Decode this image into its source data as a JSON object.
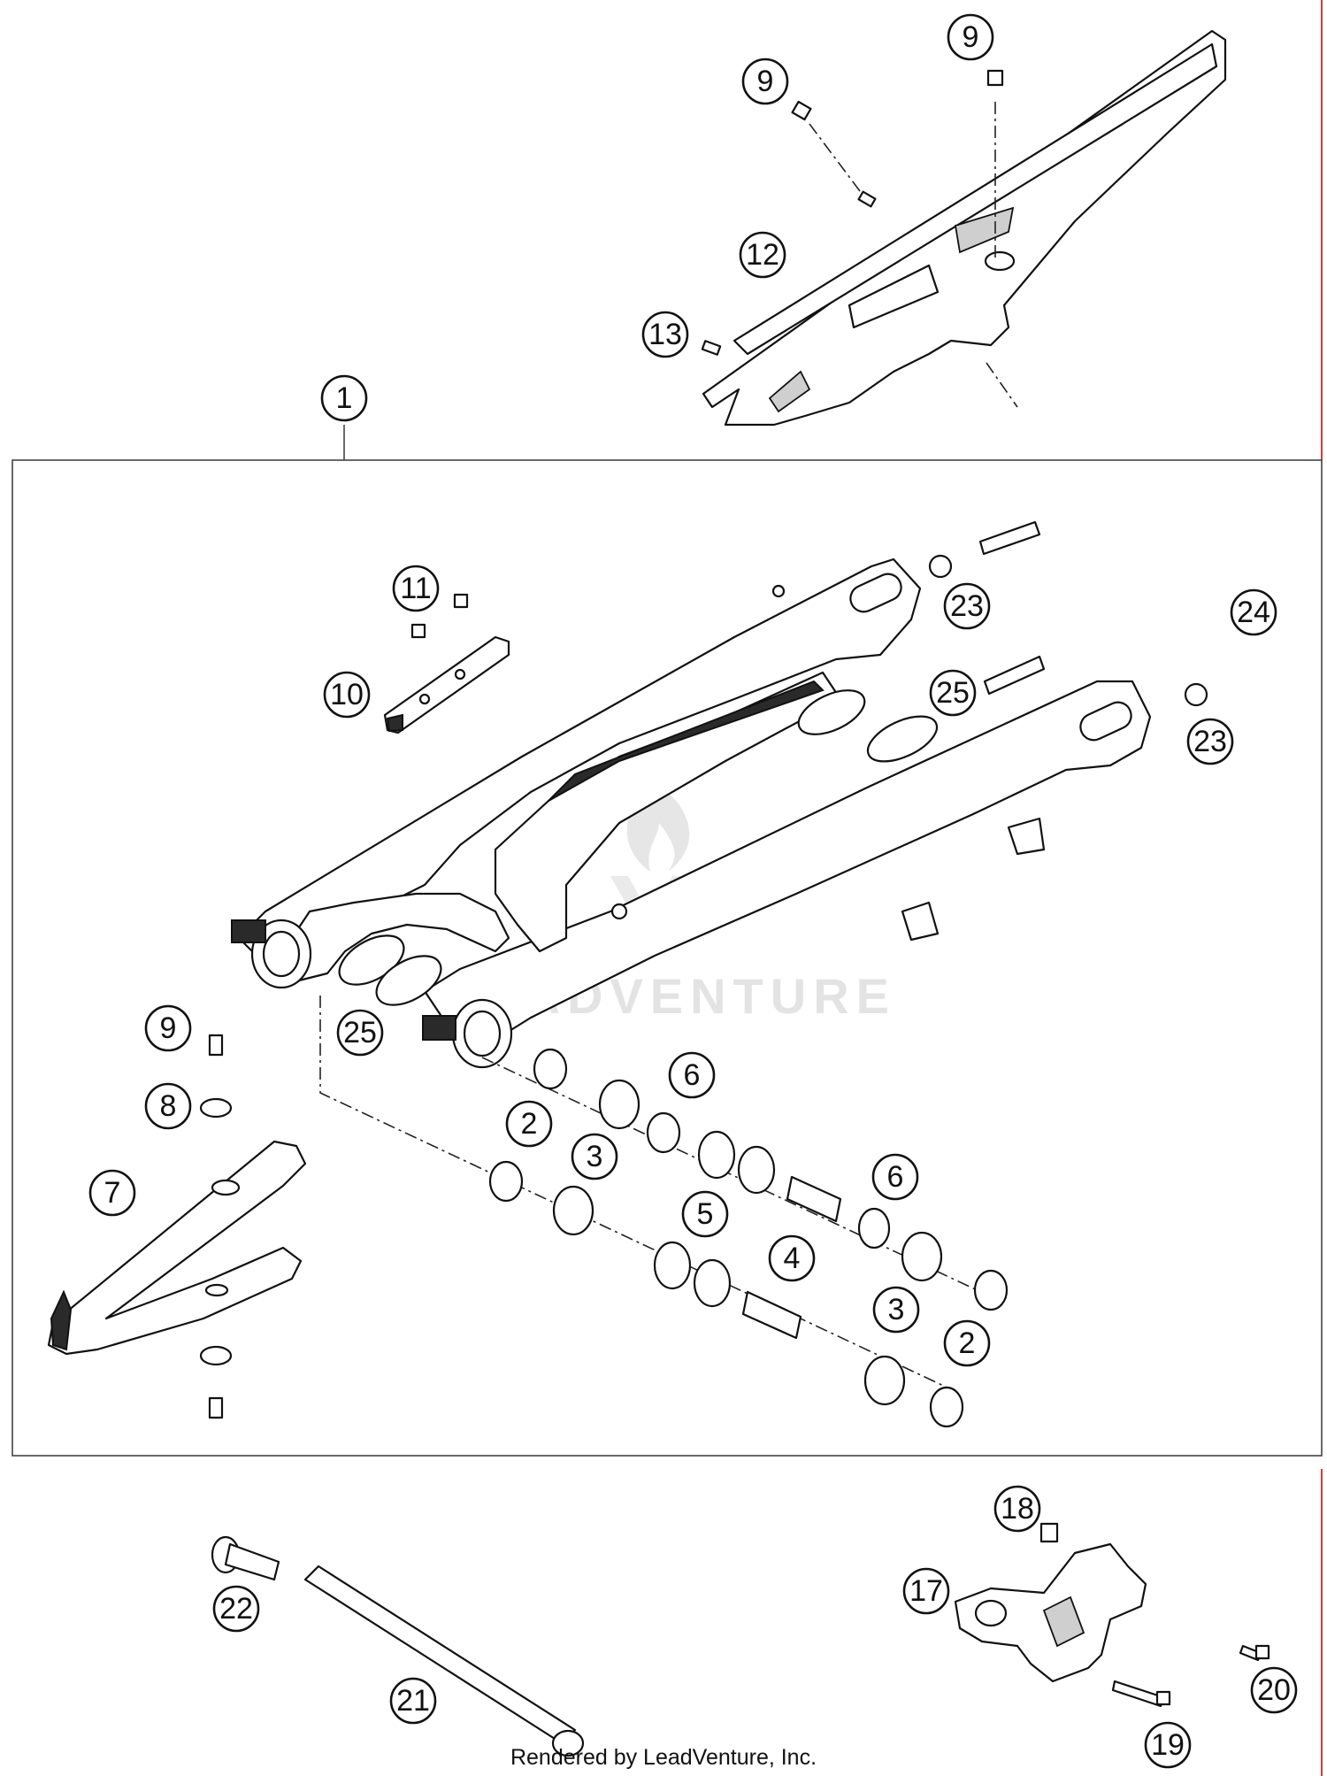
{
  "diagram": {
    "watermark_text": "LEADVENTURE",
    "footer_text": "Rendered by LeadVenture, Inc.",
    "callouts": [
      {
        "id": "c1",
        "label": "1"
      },
      {
        "id": "c9a",
        "label": "9"
      },
      {
        "id": "c9b",
        "label": "9"
      },
      {
        "id": "c12",
        "label": "12"
      },
      {
        "id": "c13",
        "label": "13"
      },
      {
        "id": "c11",
        "label": "11"
      },
      {
        "id": "c10",
        "label": "10"
      },
      {
        "id": "c23a",
        "label": "23"
      },
      {
        "id": "c24",
        "label": "24"
      },
      {
        "id": "c25a",
        "label": "25"
      },
      {
        "id": "c23b",
        "label": "23"
      },
      {
        "id": "c25b",
        "label": "25"
      },
      {
        "id": "c9c",
        "label": "9"
      },
      {
        "id": "c8",
        "label": "8"
      },
      {
        "id": "c7",
        "label": "7"
      },
      {
        "id": "c6a",
        "label": "6"
      },
      {
        "id": "c2a",
        "label": "2"
      },
      {
        "id": "c3a",
        "label": "3"
      },
      {
        "id": "c5",
        "label": "5"
      },
      {
        "id": "c6b",
        "label": "6"
      },
      {
        "id": "c4",
        "label": "4"
      },
      {
        "id": "c3b",
        "label": "3"
      },
      {
        "id": "c2b",
        "label": "2"
      },
      {
        "id": "c18",
        "label": "18"
      },
      {
        "id": "c17",
        "label": "17"
      },
      {
        "id": "c22",
        "label": "22"
      },
      {
        "id": "c21",
        "label": "21"
      },
      {
        "id": "c20",
        "label": "20"
      },
      {
        "id": "c19",
        "label": "19"
      }
    ]
  }
}
